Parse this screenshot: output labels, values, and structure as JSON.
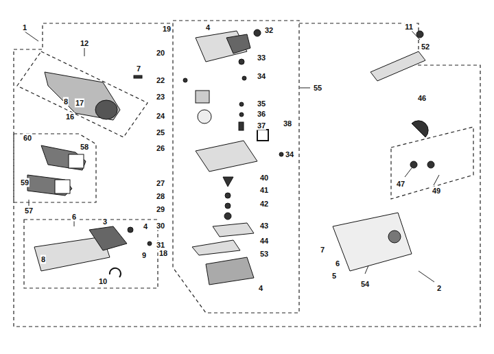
{
  "diagram": {
    "labels": [
      "1",
      "12",
      "7",
      "8",
      "17",
      "16",
      "60",
      "58",
      "59",
      "57",
      "6",
      "3",
      "4",
      "8",
      "9",
      "10",
      "18",
      "19",
      "4",
      "32",
      "20",
      "33",
      "22",
      "34",
      "23",
      "35",
      "24",
      "36",
      "25",
      "37",
      "26",
      "38",
      "34",
      "27",
      "40",
      "28",
      "41",
      "29",
      "42",
      "30",
      "43",
      "31",
      "44",
      "53",
      "4",
      "55",
      "11",
      "52",
      "46",
      "47",
      "49",
      "7",
      "6",
      "5",
      "54",
      "2"
    ]
  }
}
